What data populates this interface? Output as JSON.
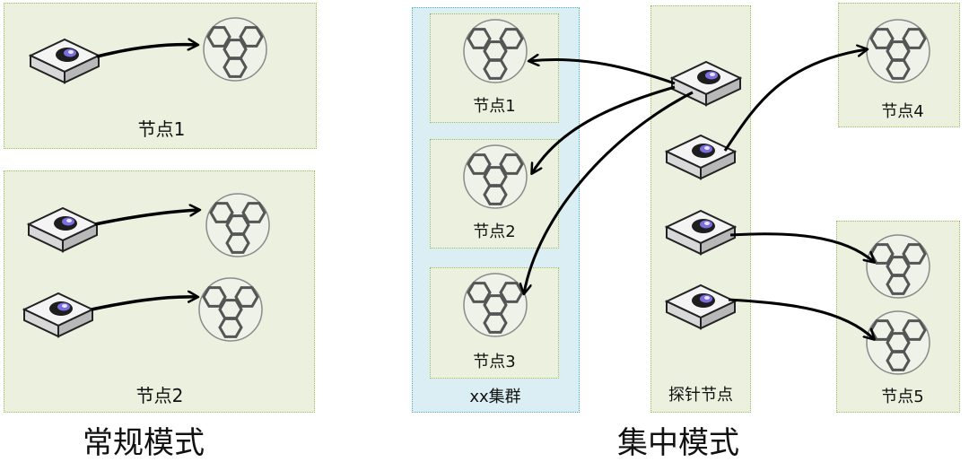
{
  "left": {
    "node1_label": "节点1",
    "node2_label": "节点2",
    "mode_title": "常规模式"
  },
  "right": {
    "cluster_label": "xx集群",
    "cluster_nodes": [
      "节点1",
      "节点2",
      "节点3"
    ],
    "probe_label": "探针节点",
    "node4_label": "节点4",
    "node5_label": "节点5",
    "mode_title": "集中模式"
  },
  "icons": {
    "probe": "probe-device-icon",
    "node": "hexagon-cluster-icon",
    "arrow": "arrow-icon"
  },
  "colors": {
    "node_box": "#ebf1de",
    "node_box_border": "#9bbb59",
    "cluster_box": "#dbeef4",
    "cluster_box_border": "#4bacc6",
    "probe_light": "#7b6fe0"
  }
}
